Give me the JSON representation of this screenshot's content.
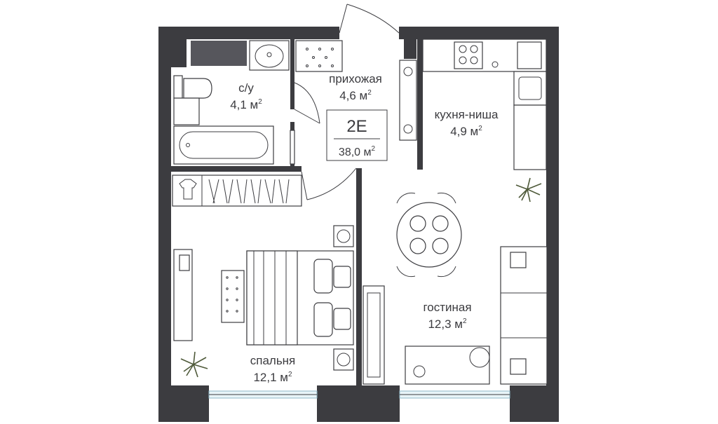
{
  "plan": {
    "apartment_type": "2E",
    "total_area": "38,0 м",
    "total_area_sup": "2"
  },
  "rooms": {
    "bathroom": {
      "name": "с/у",
      "area": "4,1 м",
      "sup": "2"
    },
    "hallway": {
      "name": "прихожая",
      "area": "4,6 м",
      "sup": "2"
    },
    "kitchen": {
      "name": "кухня-ниша",
      "area": "4,9 м",
      "sup": "2"
    },
    "living": {
      "name": "гостиная",
      "area": "12,3 м",
      "sup": "2"
    },
    "bedroom": {
      "name": "спальня",
      "area": "12,1 м",
      "sup": "2"
    }
  },
  "colors": {
    "wall": "#3c3c40",
    "window_glass": "#e8f4f8",
    "text": "#3b3b3f"
  }
}
